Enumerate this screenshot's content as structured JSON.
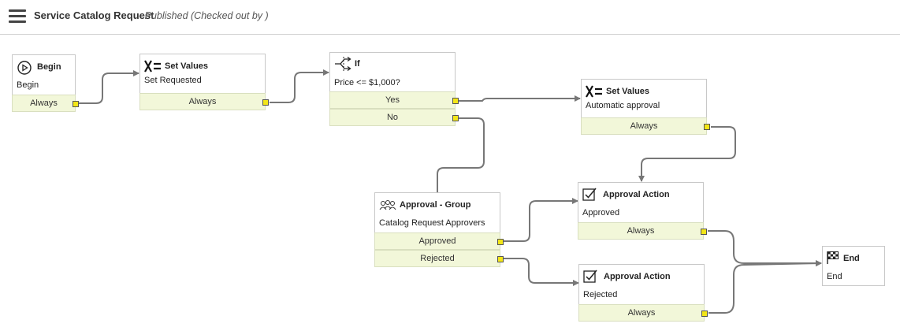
{
  "header": {
    "title": "Service Catalog Request",
    "status": "- Published (Checked out by )"
  },
  "activities": {
    "begin": {
      "icon": "play-circle-icon",
      "title": "Begin",
      "desc": "Begin",
      "conditions": [
        "Always"
      ]
    },
    "set_requested": {
      "icon": "set-values-icon",
      "title": "Set Values",
      "desc": "Set Requested",
      "conditions": [
        "Always"
      ]
    },
    "if": {
      "icon": "branch-icon",
      "title": "If",
      "desc": "Price <= $1,000?",
      "conditions": [
        "Yes",
        "No"
      ]
    },
    "set_auto": {
      "icon": "set-values-icon",
      "title": "Set Values",
      "desc": "Automatic approval",
      "conditions": [
        "Always"
      ]
    },
    "approval_group": {
      "icon": "group-icon",
      "title": "Approval - Group",
      "desc": "Catalog Request Approvers",
      "conditions": [
        "Approved",
        "Rejected"
      ]
    },
    "action_approved": {
      "icon": "checkbox-icon",
      "title": "Approval Action",
      "desc": "Approved",
      "conditions": [
        "Always"
      ]
    },
    "action_rejected": {
      "icon": "checkbox-icon",
      "title": "Approval Action",
      "desc": "Rejected",
      "conditions": [
        "Always"
      ]
    },
    "end": {
      "icon": "checkered-flag-icon",
      "title": "End",
      "desc": "End",
      "conditions": []
    }
  },
  "colors": {
    "condition_bg": "#f2f7d9",
    "port": "#f3e618",
    "wire": "#777777"
  }
}
